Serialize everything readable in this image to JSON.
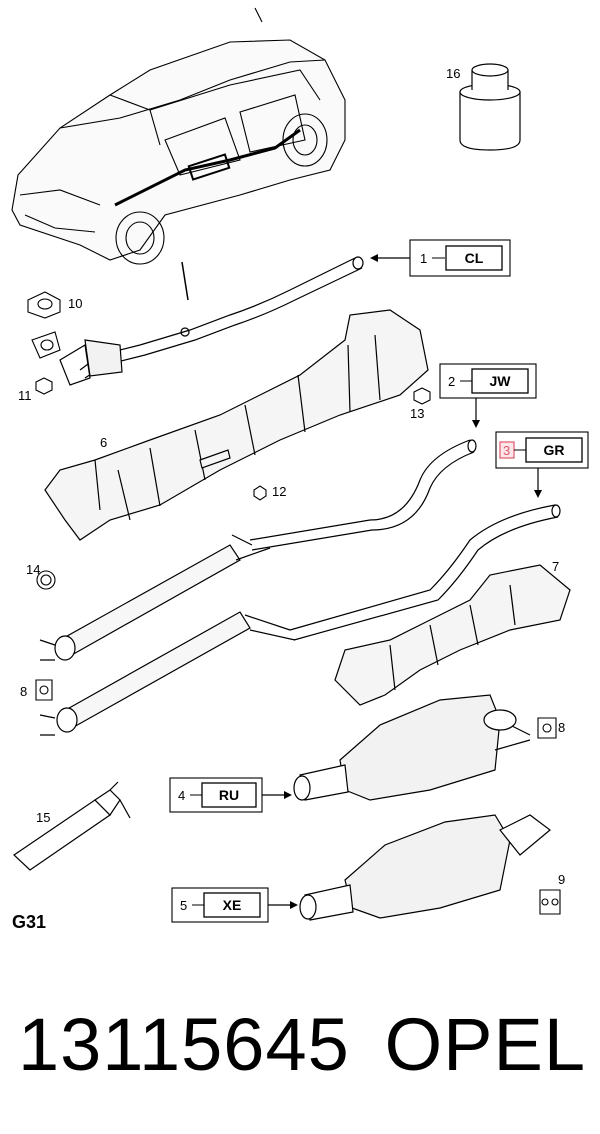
{
  "diagram": {
    "group_code": "G31",
    "callouts": {
      "n1": "1",
      "n2": "2",
      "n3": "3",
      "n4": "4",
      "n5": "5",
      "n6": "6",
      "n7": "7",
      "n8a": "8",
      "n8b": "8",
      "n9": "9",
      "n10": "10",
      "n11": "11",
      "n12": "12",
      "n13": "13",
      "n14": "14",
      "n15": "15",
      "n16": "16"
    },
    "codes": {
      "c1": "CL",
      "c2": "JW",
      "c3": "GR",
      "c4": "RU",
      "c5": "XE"
    },
    "highlight_color": "#e05a6a"
  },
  "footer": {
    "part_number": "13115645",
    "brand": "OPEL"
  }
}
